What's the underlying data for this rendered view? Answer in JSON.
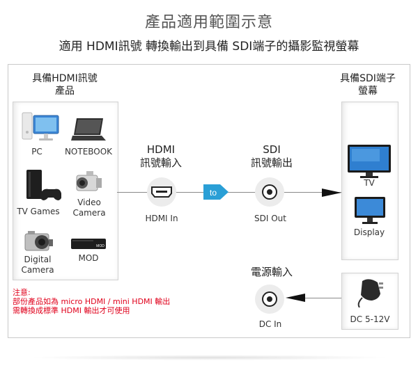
{
  "title": "產品適用範圍示意",
  "subtitle": "適用 HDMI訊號 轉換輸出到具備 SDI端子的攝影監視螢幕",
  "left_panel": {
    "header_line1": "具備HDMI訊號",
    "header_line2": "產品",
    "devices": [
      {
        "label": "PC",
        "icon": "pc-icon"
      },
      {
        "label": "NOTEBOOK",
        "icon": "notebook-icon"
      },
      {
        "label": "TV Games",
        "icon": "game-console-icon"
      },
      {
        "label_line1": "Video",
        "label_line2": "Camera",
        "icon": "video-camera-icon"
      },
      {
        "label_line1": "Digital",
        "label_line2": "Camera",
        "icon": "digital-camera-icon"
      },
      {
        "label": "MOD",
        "icon": "mod-box-icon"
      }
    ],
    "mod_badge": "MOD"
  },
  "hdmi_in": {
    "title_line1": "HDMI",
    "title_line2": "訊號輸入",
    "label": "HDMI In",
    "icon": "hdmi-port-icon"
  },
  "to_badge": "to",
  "sdi_out": {
    "title_line1": "SDI",
    "title_line2": "訊號輸出",
    "label": "SDI Out",
    "icon": "sdi-port-icon"
  },
  "right_panel": {
    "header_line1": "具備SDI端子",
    "header_line2": "螢幕",
    "devices": [
      {
        "label": "TV",
        "icon": "tv-icon"
      },
      {
        "label": "Display",
        "icon": "display-icon"
      }
    ]
  },
  "power": {
    "title": "電源輸入",
    "label": "DC In",
    "icon": "dc-port-icon"
  },
  "adapter": {
    "label": "DC 5-12V",
    "icon": "power-adapter-icon"
  },
  "note": {
    "line1": "注意:",
    "line2": "部份產品如為 micro HDMI / mini HDMI 輸出",
    "line3": "需轉換成標準 HDMI 輸出才可使用"
  },
  "colors": {
    "note": "#e0001b",
    "to_badge": "#2a9fd6",
    "line": "#888888"
  }
}
